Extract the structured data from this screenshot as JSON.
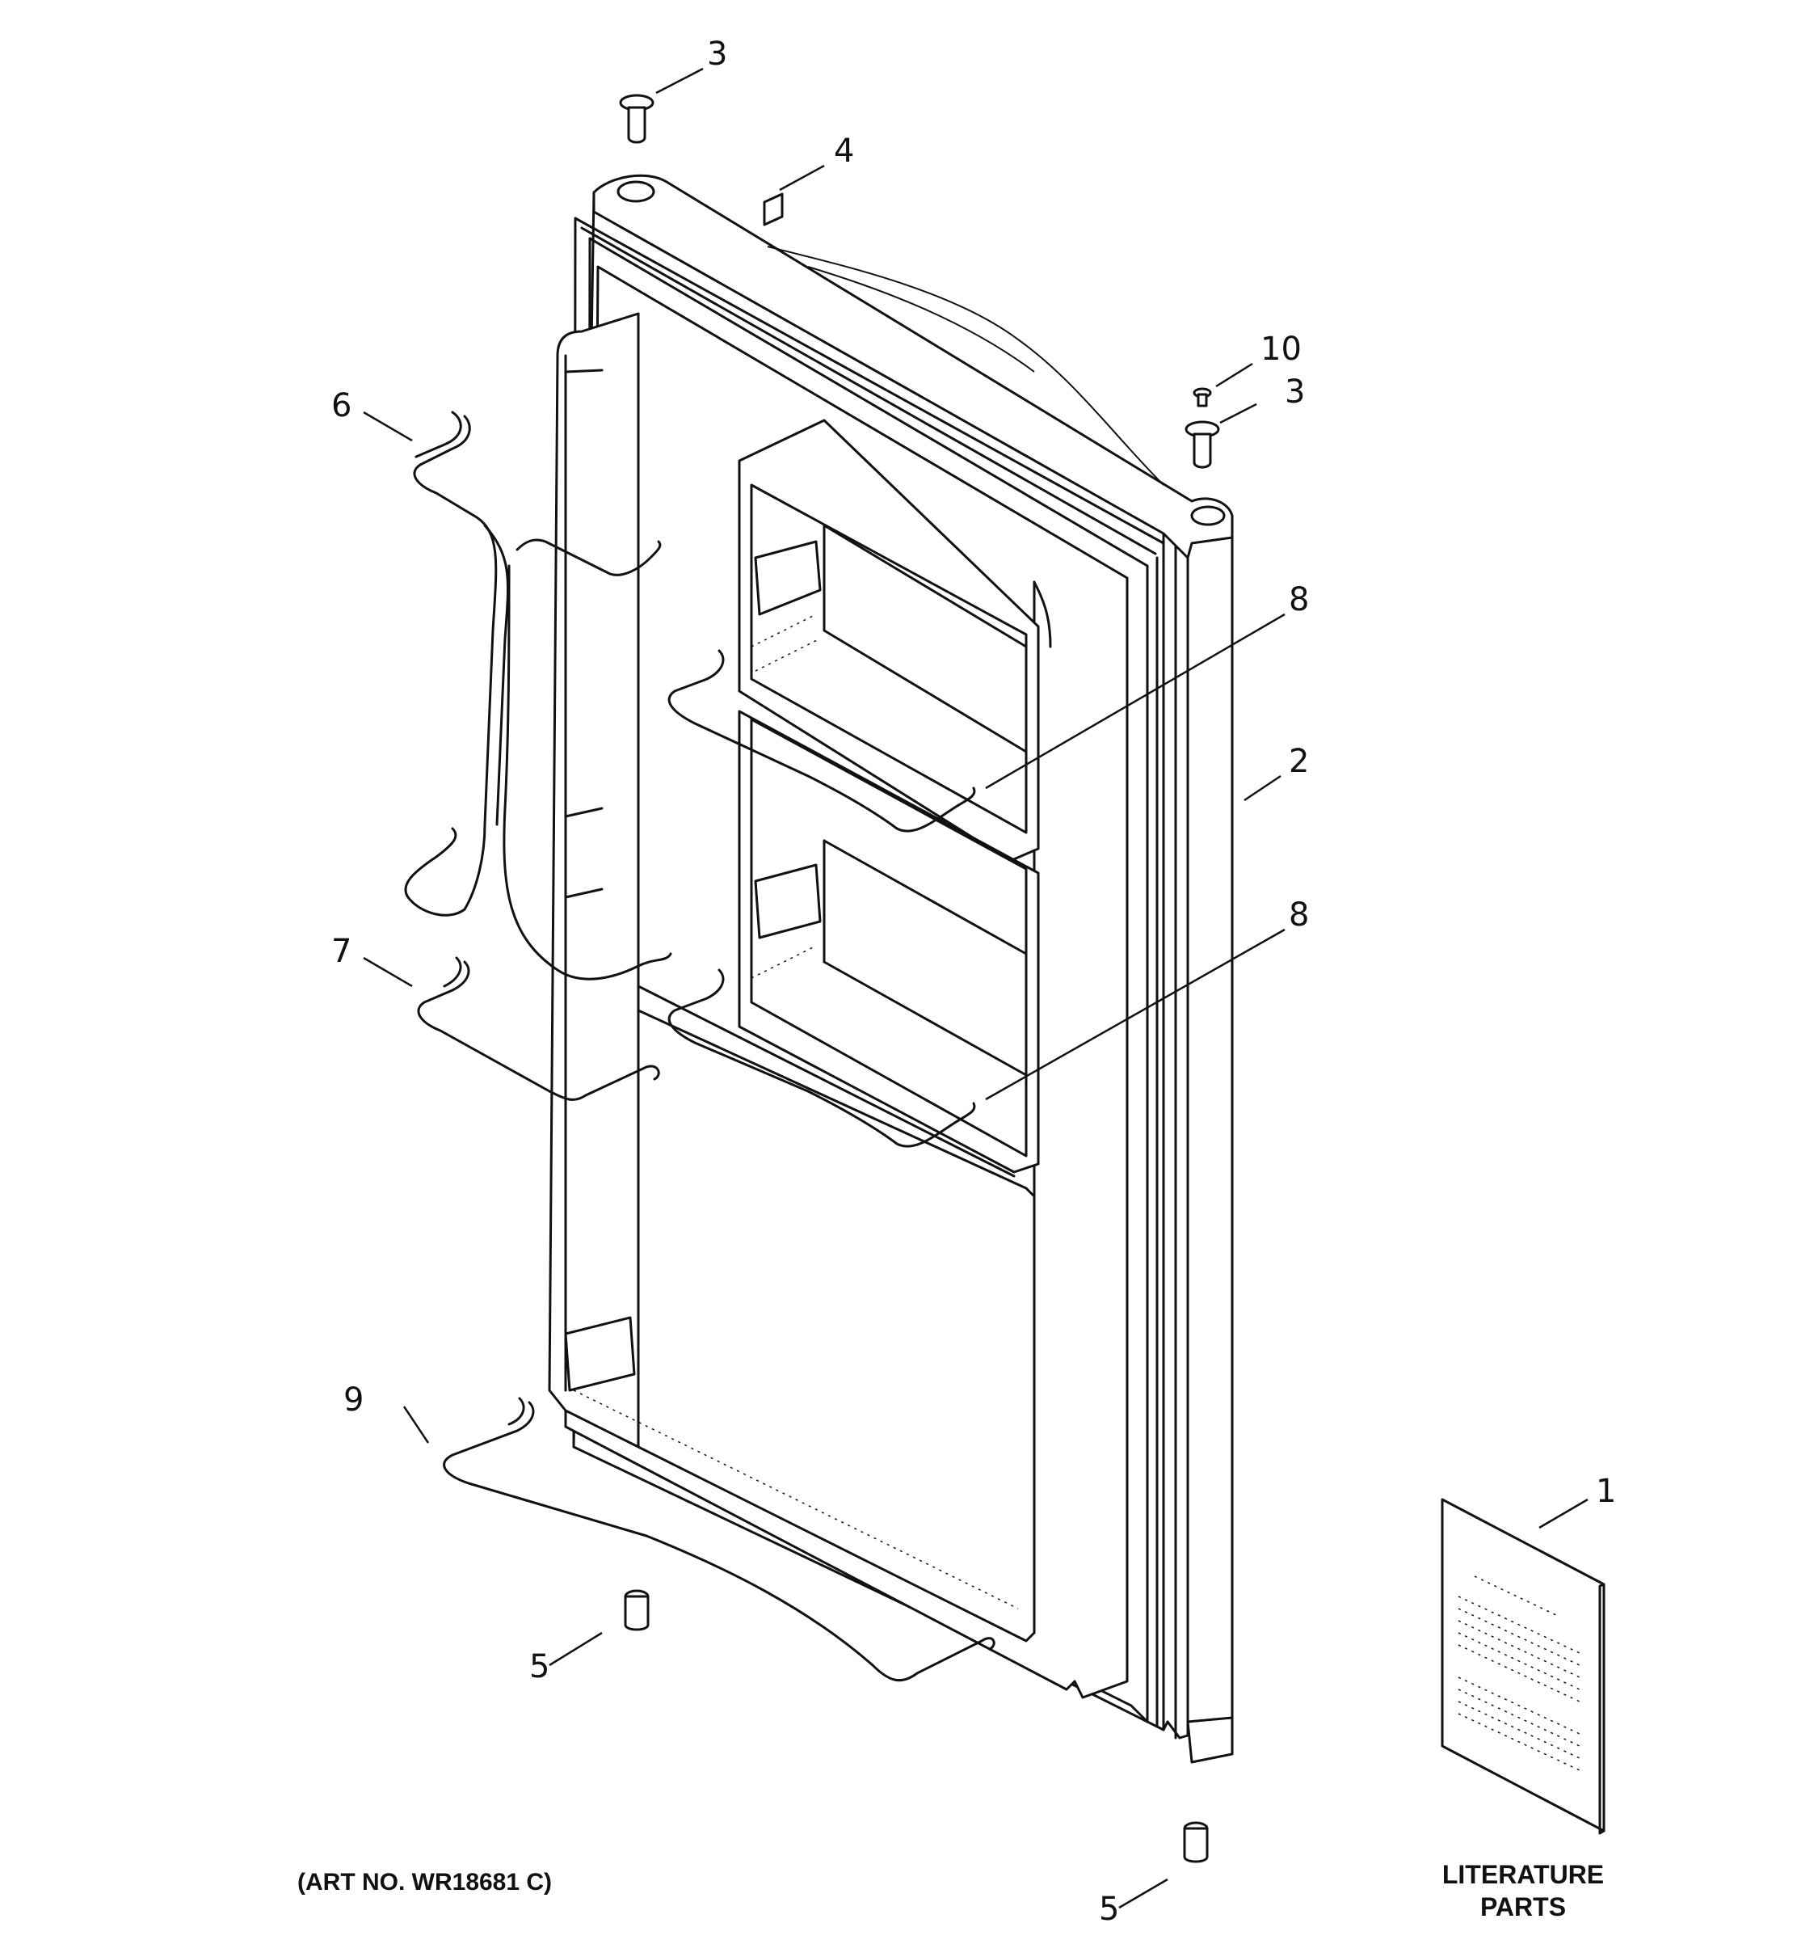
{
  "callouts": {
    "c1": "1",
    "c2": "2",
    "c3a": "3",
    "c3b": "3",
    "c4": "4",
    "c5a": "5",
    "c5b": "5",
    "c6": "6",
    "c7": "7",
    "c8a": "8",
    "c8b": "8",
    "c9": "9",
    "c10": "10"
  },
  "caption": "(ART NO. WR18681 C)",
  "literature": {
    "line1": "LITERATURE",
    "line2": "PARTS"
  }
}
